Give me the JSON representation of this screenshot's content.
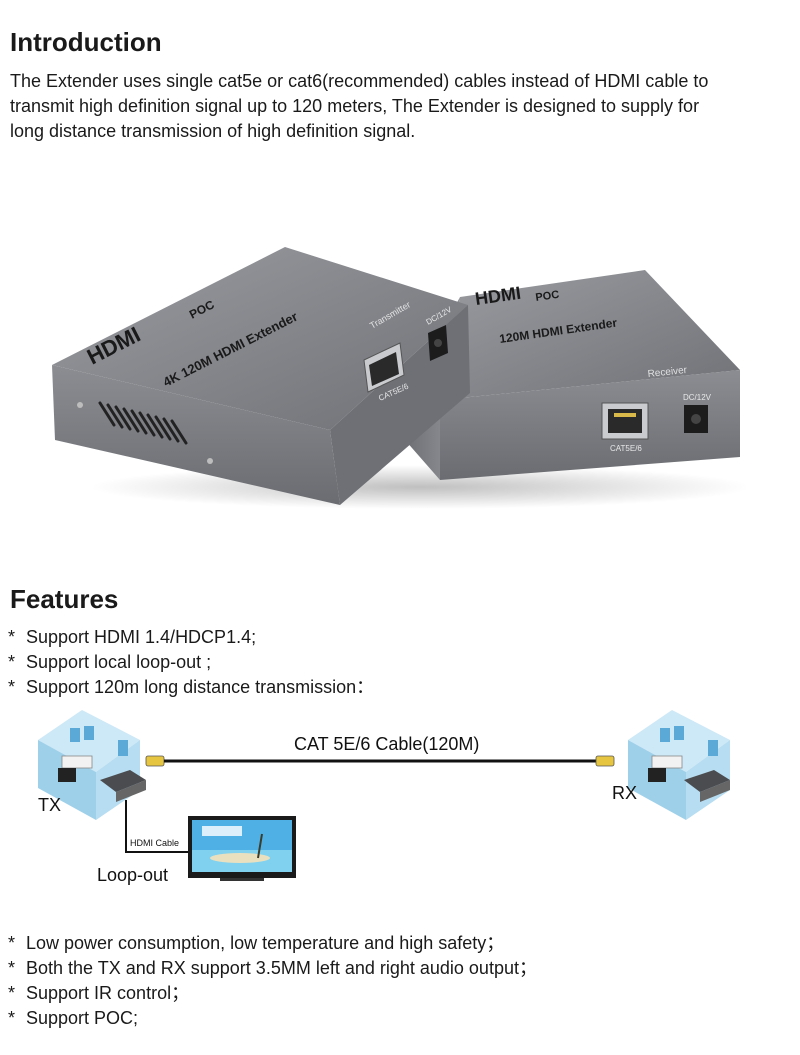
{
  "intro": {
    "title": "Introduction",
    "lines": [
      "The Extender uses single cat5e or cat6(recommended) cables instead of HDMI cable to",
      "transmit high definition signal up to 120 meters,  The Extender is designed to supply for",
      "long distance transmission of high definition signal."
    ]
  },
  "product_photo": {
    "transmitter": {
      "logo": "HDMI",
      "poc": "POC",
      "name": "4K 120M HDMI Extender",
      "role": "Transmitter",
      "port_label": "CAT5E/6",
      "power_label": "DC/12V"
    },
    "receiver": {
      "logo": "HDMI",
      "poc": "POC",
      "name": "120M HDMI Extender",
      "role": "Receiver",
      "port_label": "CAT5E/6",
      "power_label": "DC/12V"
    }
  },
  "features": {
    "title": "Features",
    "bullet": "*",
    "items_top": [
      "Support HDMI 1.4/HDCP1.4;",
      "Support local loop-out ;",
      "Support 120m long distance transmission："
    ],
    "items_bottom": [
      "Low power consumption, low temperature and high safety；",
      "Both the TX and RX support 3.5MM left and right audio output；",
      "Support IR control；",
      "Support POC;"
    ]
  },
  "diagram": {
    "cable_label": "CAT 5E/6 Cable(120M)",
    "tx_label": "TX",
    "rx_label": "RX",
    "hdmi_cable_label": "HDMI Cable",
    "loop_out_label": "Loop-out"
  },
  "colors": {
    "device_body": "#7d7f84",
    "device_top": "#8e9095",
    "room_wall": "#9fd0ea",
    "cable": "#111111"
  }
}
